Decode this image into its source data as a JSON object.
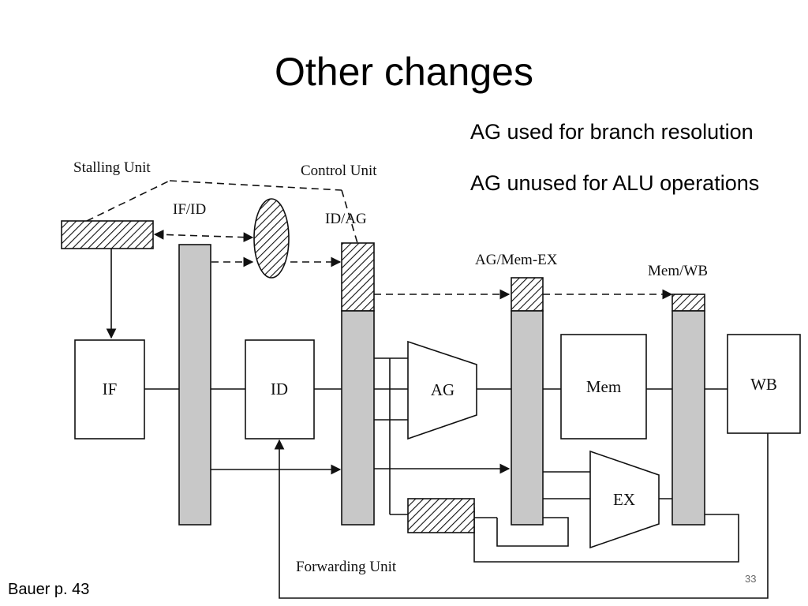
{
  "slide": {
    "title": "Other changes",
    "notes": [
      "AG used for branch resolution",
      "AG unused for ALU operations"
    ],
    "citation": "Bauer p. 43",
    "page_number": "33"
  },
  "diagram": {
    "units": {
      "stalling": "Stalling Unit",
      "control": "Control Unit",
      "forwarding": "Forwarding Unit"
    },
    "registers": {
      "if_id": "IF/ID",
      "id_ag": "ID/AG",
      "ag_mem_ex": "AG/Mem-EX",
      "mem_wb": "Mem/WB"
    },
    "stages": {
      "if": "IF",
      "id": "ID",
      "ag": "AG",
      "mem": "Mem",
      "ex": "EX",
      "wb": "WB"
    }
  }
}
